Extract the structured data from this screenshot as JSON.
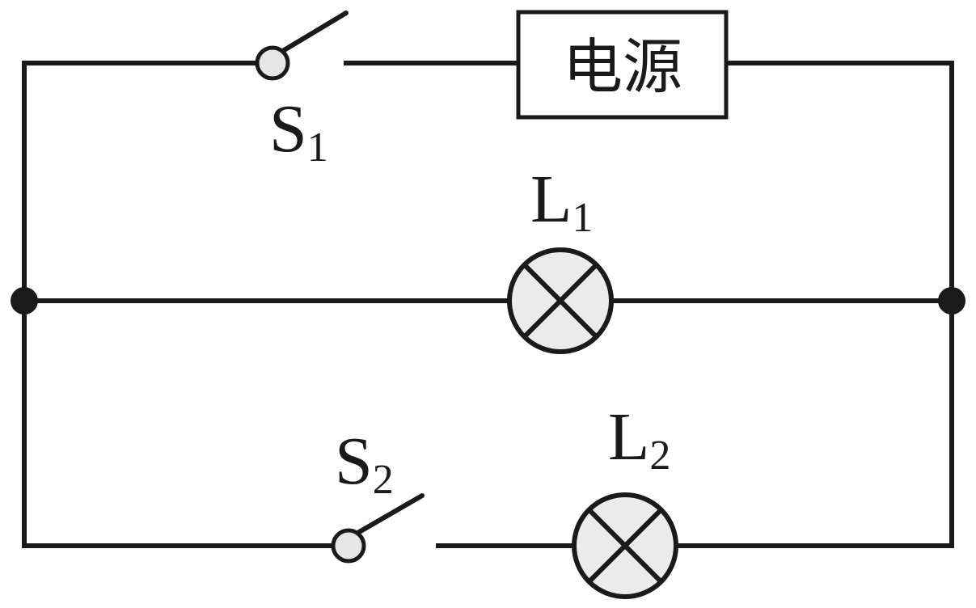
{
  "power_source": {
    "label": "电源"
  },
  "switches": [
    {
      "letter": "S",
      "sub": "1",
      "state": "open"
    },
    {
      "letter": "S",
      "sub": "2",
      "state": "open"
    }
  ],
  "lamps": [
    {
      "letter": "L",
      "sub": "1"
    },
    {
      "letter": "L",
      "sub": "2"
    }
  ]
}
